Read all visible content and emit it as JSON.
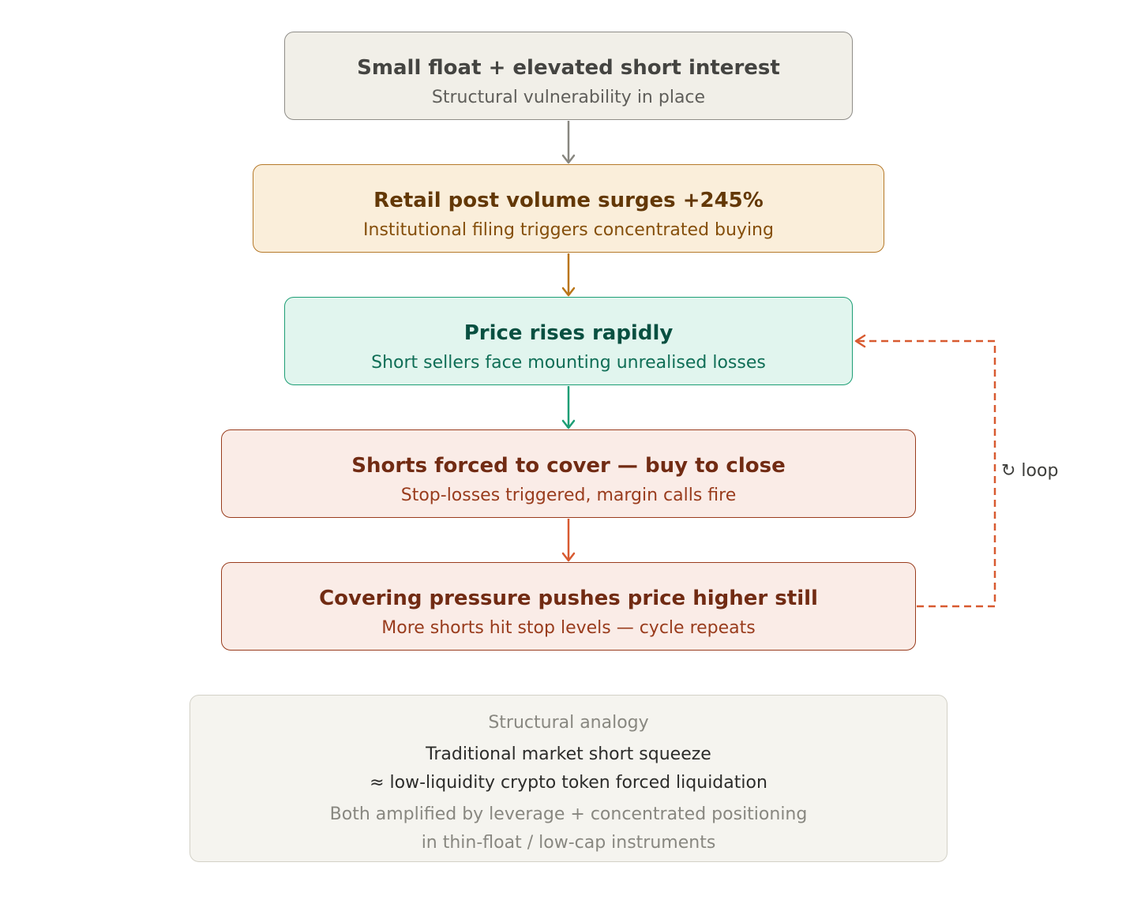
{
  "steps": [
    {
      "title": "Small float + elevated short interest",
      "subtitle": "Structural vulnerability in place"
    },
    {
      "title": "Retail post volume surges +245%",
      "subtitle": "Institutional filing triggers concentrated buying"
    },
    {
      "title": "Price rises rapidly",
      "subtitle": "Short sellers face mounting unrealised losses"
    },
    {
      "title": "Shorts forced to cover — buy to close",
      "subtitle": "Stop-losses triggered, margin calls fire"
    },
    {
      "title": "Covering pressure pushes price higher still",
      "subtitle": "More shorts hit stop levels — cycle repeats"
    }
  ],
  "loop": {
    "label": "↻ loop",
    "color": "#d85a30"
  },
  "arrow_colors": [
    "#888780",
    "#ba7517",
    "#1d9e75",
    "#d85a30"
  ],
  "analogy": {
    "heading": "Structural analogy",
    "line1": "Traditional market short squeeze",
    "line2": "≈ low-liquidity crypto token forced liquidation",
    "note1": "Both amplified by leverage + concentrated positioning",
    "note2": "in thin-float / low-cap instruments"
  }
}
